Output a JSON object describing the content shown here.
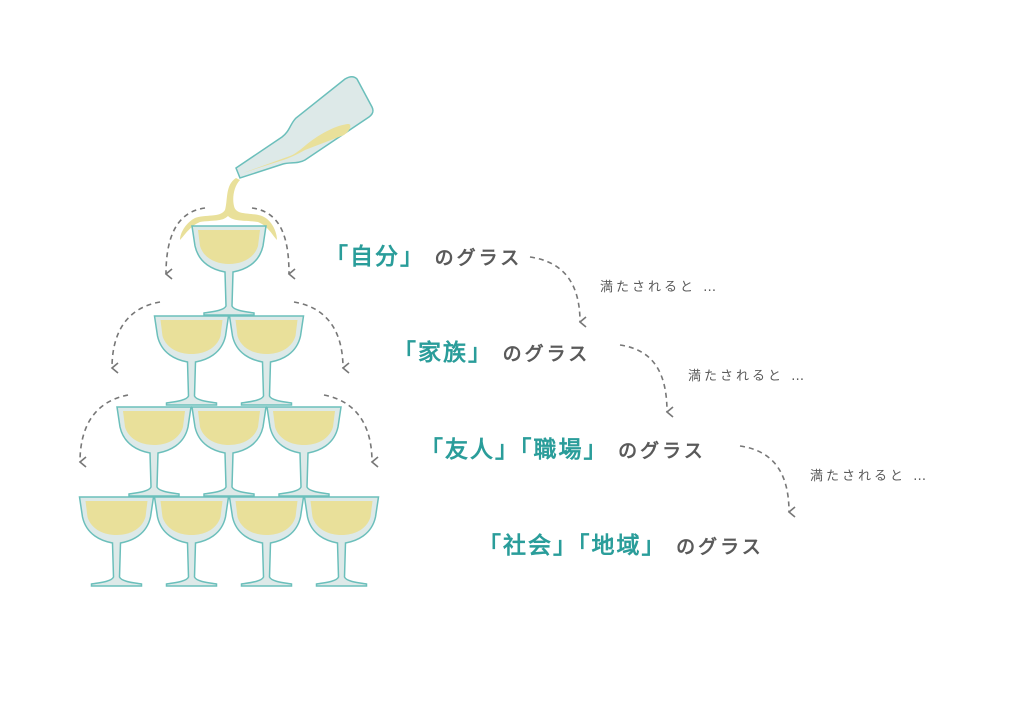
{
  "colors": {
    "accent": "#2a9d9a",
    "text": "#5a5a5a",
    "glass": "#dde9e8",
    "glass_stroke": "#6bbfbb",
    "wine": "#e9e09a",
    "arrow": "#777777"
  },
  "tower_rows": [
    1,
    2,
    3,
    4
  ],
  "levels": [
    {
      "highlight": "「自分」",
      "suffix": "のグラス"
    },
    {
      "highlight": "「家族」",
      "suffix": "のグラス"
    },
    {
      "highlight": "「友人」「職場」",
      "suffix": "のグラス"
    },
    {
      "highlight": "「社会」「地域」",
      "suffix": "のグラス"
    }
  ],
  "transitions": [
    "満たされると …",
    "満たされると …",
    "満たされると …"
  ]
}
